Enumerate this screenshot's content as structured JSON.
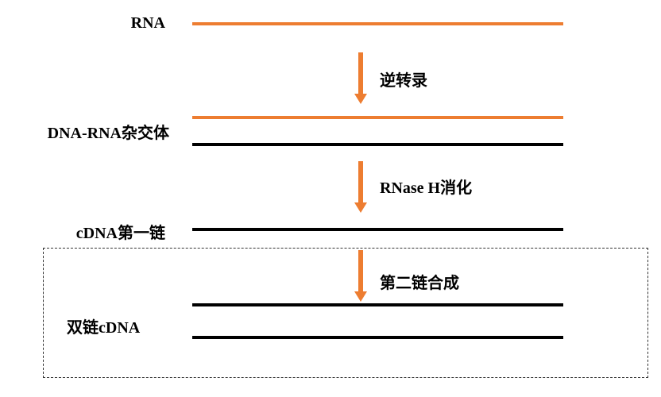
{
  "colors": {
    "rna": "#ED7D31",
    "dna": "#000000",
    "arrow": "#ED7D31"
  },
  "labels": {
    "rna": "RNA",
    "hybrid": "DNA-RNA杂交体",
    "first_strand": "cDNA第一链",
    "double_strand": "双链cDNA"
  },
  "steps": {
    "reverse_transcription": "逆转录",
    "rnase_digestion": "RNase H消化",
    "second_strand_synthesis": "第二链合成"
  },
  "icons": {
    "arrow": "down-arrow-icon"
  }
}
